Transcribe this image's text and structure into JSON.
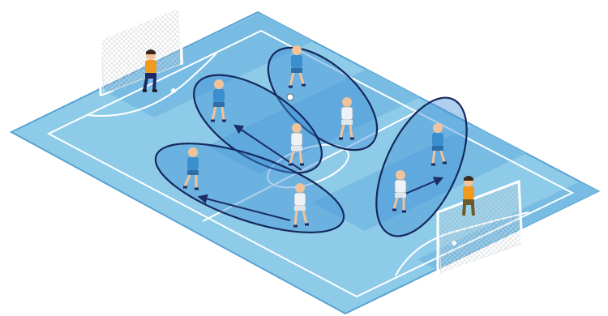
{
  "colors": {
    "pitch_base": "#8ecbe8",
    "pitch_stripe": "#6fb1dd",
    "pitch_edge": "#5aa3d4",
    "lines": "#ffffff",
    "zone_fill": "#3e8fd6",
    "zone_stroke": "#16285c",
    "team_blue": "#3c8fcf",
    "team_white": "#eef2f6",
    "keeper_orange": "#f29a1e",
    "goal_frame": "#e9e9e9",
    "skin": "#f0c39a",
    "arrow": "#1d2e66"
  },
  "icons": {
    "goal": "goal-icon",
    "player": "player-icon",
    "goalkeeper": "goalkeeper-icon",
    "ball": "ball-icon",
    "pass": "pass-arrow-icon"
  },
  "diagram": {
    "zones": 4,
    "blue_outfield_players": 4,
    "white_outfield_players": 4,
    "goalkeepers": 2,
    "balls": 1,
    "pass_arrows": 3
  }
}
